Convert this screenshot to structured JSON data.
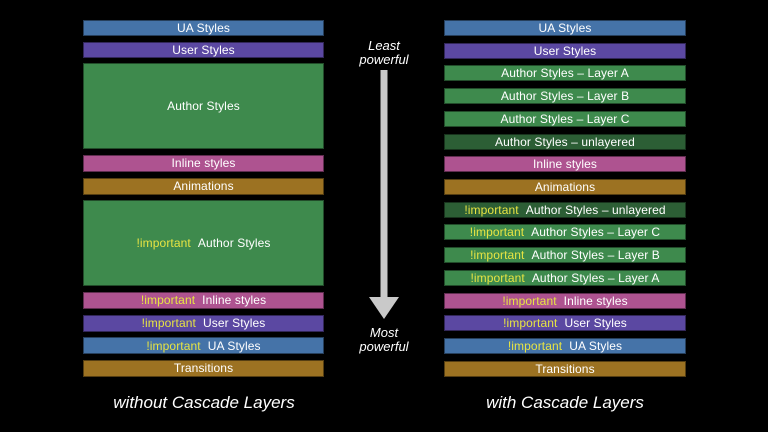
{
  "colors": {
    "background": "#000000",
    "ua_blue": "#4573a8",
    "user_purple": "#5b48a2",
    "author_green": "#3e8a4d",
    "unlayered_dark_green": "#2c5e35",
    "inline_pink": "#ae5390",
    "animations_gold": "#9c7222",
    "important_yellow": "#e7e443",
    "label_white": "#ffffff",
    "arrow_gray": "#c9c9c9"
  },
  "center": {
    "least_label": "Least\npowerful",
    "most_label": "Most\npowerful",
    "arrow_icon": "down-arrow"
  },
  "left": {
    "caption": "without Cascade Layers",
    "bars": [
      {
        "label": "UA Styles",
        "color": "ua_blue"
      },
      {
        "label": "User Styles",
        "color": "user_purple"
      },
      {
        "label": "Author Styles",
        "color": "author_green"
      },
      {
        "label": "Inline styles",
        "color": "inline_pink"
      },
      {
        "label": "Animations",
        "color": "animations_gold"
      },
      {
        "important": "!important",
        "label": "Author Styles",
        "color": "author_green"
      },
      {
        "important": "!important",
        "label": "Inline styles",
        "color": "inline_pink"
      },
      {
        "important": "!important",
        "label": "User Styles",
        "color": "user_purple"
      },
      {
        "important": "!important",
        "label": "UA Styles",
        "color": "ua_blue"
      },
      {
        "label": "Transitions",
        "color": "animations_gold"
      }
    ]
  },
  "right": {
    "caption": "with Cascade Layers",
    "bars": [
      {
        "label": "UA Styles",
        "color": "ua_blue"
      },
      {
        "label": "User Styles",
        "color": "user_purple"
      },
      {
        "label": "Author Styles – Layer A",
        "color": "author_green"
      },
      {
        "label": "Author Styles – Layer B",
        "color": "author_green"
      },
      {
        "label": "Author Styles – Layer C",
        "color": "author_green"
      },
      {
        "label": "Author Styles – unlayered",
        "color": "unlayered_dark_green"
      },
      {
        "label": "Inline styles",
        "color": "inline_pink"
      },
      {
        "label": "Animations",
        "color": "animations_gold"
      },
      {
        "important": "!important",
        "label": "Author Styles – unlayered",
        "color": "unlayered_dark_green"
      },
      {
        "important": "!important",
        "label": "Author Styles – Layer C",
        "color": "author_green"
      },
      {
        "important": "!important",
        "label": "Author Styles – Layer B",
        "color": "author_green"
      },
      {
        "important": "!important",
        "label": "Author Styles – Layer A",
        "color": "author_green"
      },
      {
        "important": "!important",
        "label": "Inline styles",
        "color": "inline_pink"
      },
      {
        "important": "!important",
        "label": "User Styles",
        "color": "user_purple"
      },
      {
        "important": "!important",
        "label": "UA Styles",
        "color": "ua_blue"
      },
      {
        "label": "Transitions",
        "color": "animations_gold"
      }
    ]
  }
}
